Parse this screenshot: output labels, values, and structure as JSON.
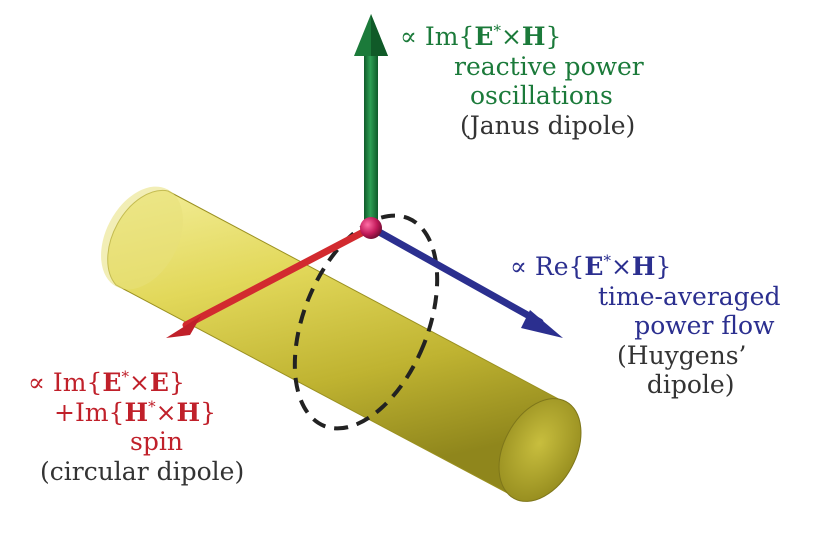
{
  "colors": {
    "green": "#1b7a3a",
    "blue": "#2b2f8f",
    "red": "#c0202a",
    "gray": "#333333",
    "cylinder": "#d8d04a",
    "dash": "#222222"
  },
  "labels": {
    "green": {
      "prop": "∝",
      "op": "Im",
      "lhs": "E",
      "star": "*",
      "times": "×",
      "rhs": "H",
      "line1": "reactive power",
      "line2": "oscillations",
      "line3": "(Janus dipole)"
    },
    "blue": {
      "prop": "∝",
      "op": "Re",
      "lhs": "E",
      "star": "*",
      "times": "×",
      "rhs": "H",
      "line1": "time-averaged",
      "line2": "power flow",
      "line3": "(Huygens’",
      "line4": "dipole)"
    },
    "red": {
      "prop": "∝",
      "op": "Im",
      "lhs": "E",
      "star": "*",
      "times": "×",
      "rhs": "E",
      "plus": "+",
      "op2": "Im",
      "lhs2": "H",
      "star2": "*",
      "times2": "×",
      "rhs2": "H",
      "line1": "spin",
      "line2": "(circular dipole)"
    }
  }
}
